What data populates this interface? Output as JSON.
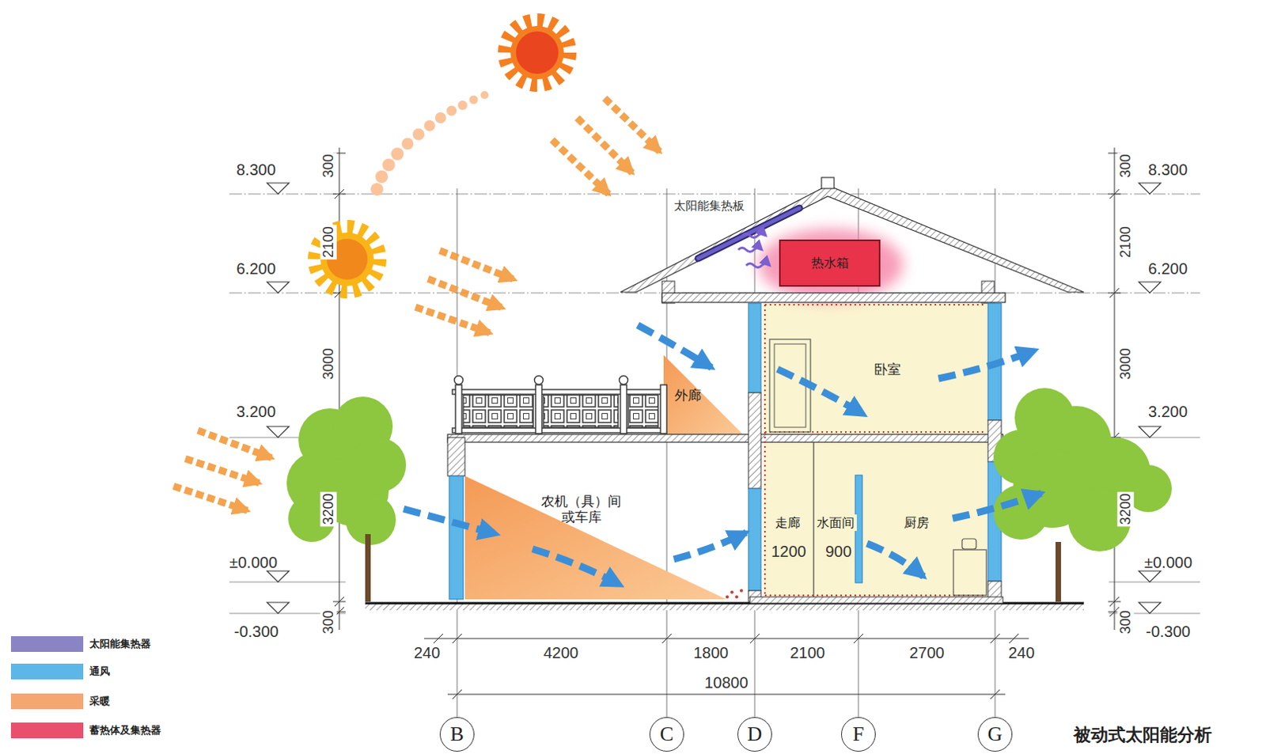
{
  "diagram": {
    "caption": "被动式太阳能分析",
    "nodes": [
      {
        "text": [
          "热水箱"
        ]
      },
      {
        "text": [
          "外廊"
        ]
      },
      {
        "text": [
          "卧室"
        ]
      },
      {
        "text": [
          "农机（具）间 或车库"
        ]
      },
      {
        "text": [
          "走廊"
        ]
      },
      {
        "text": [
          "水面间"
        ]
      },
      {
        "text": [
          "厨房"
        ]
      },
      {
        "text": [
          "B"
        ]
      },
      {
        "text": [
          "C"
        ]
      },
      {
        "text": [
          "D"
        ]
      },
      {
        "text": [
          "F"
        ]
      },
      {
        "text": [
          "G"
        ]
      }
    ],
    "labels": [
      "太阳能集热板",
      "8.300",
      "300",
      "2100",
      "6.200",
      "3000",
      "3.200",
      "3200",
      "±0.000",
      "300",
      "-0.300",
      "300",
      "8.300",
      "2100",
      "6.200",
      "3000",
      "3.200",
      "3200",
      "±0.000",
      "300",
      "-0.300",
      "1200",
      "900",
      "240",
      "4200",
      "1800",
      "2100",
      "2700",
      "240",
      "10800"
    ],
    "legend": [
      {
        "text": "太阳能集热器",
        "color": "#8b84c4"
      },
      {
        "text": "通风",
        "color": "#5cb6e8"
      },
      {
        "text": "采暖",
        "color": "#f5a772"
      },
      {
        "text": "蓄热体及集热器",
        "color": "#e8506e"
      }
    ]
  }
}
